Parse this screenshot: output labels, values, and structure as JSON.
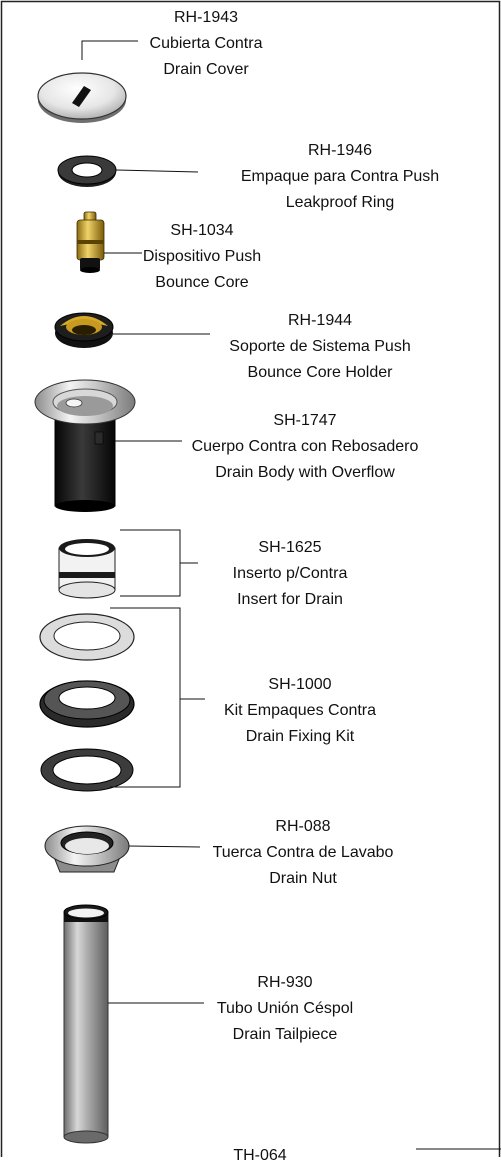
{
  "parts": [
    {
      "code": "RH-1943",
      "spanish": "Cubierta Contra",
      "english": "Drain Cover"
    },
    {
      "code": "RH-1946",
      "spanish": "Empaque para Contra Push",
      "english": "Leakproof Ring"
    },
    {
      "code": "SH-1034",
      "spanish": "Dispositivo Push",
      "english": "Bounce Core"
    },
    {
      "code": "RH-1944",
      "spanish": "Soporte de Sistema Push",
      "english": "Bounce Core Holder"
    },
    {
      "code": "SH-1747",
      "spanish": "Cuerpo Contra con Rebosadero",
      "english": "Drain Body with Overflow"
    },
    {
      "code": "SH-1625",
      "spanish": "Inserto p/Contra",
      "english": "Insert for Drain"
    },
    {
      "code": "SH-1000",
      "spanish": "Kit Empaques Contra",
      "english": "Drain Fixing Kit"
    },
    {
      "code": "RH-088",
      "spanish": "Tuerca Contra de Lavabo",
      "english": "Drain Nut"
    },
    {
      "code": "RH-930",
      "spanish": "Tubo Unión Céspol",
      "english": "Drain Tailpiece"
    },
    {
      "code": "TH-064"
    }
  ]
}
